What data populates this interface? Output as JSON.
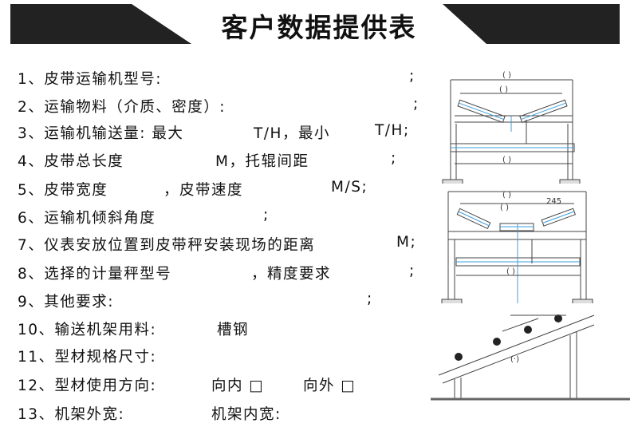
{
  "title": "客户数据提供表",
  "rows": [
    {
      "label": "1、皮带运输机型号:",
      "parts": [
        ";"
      ]
    },
    {
      "label": "2、运输物料（介质、密度）:",
      "parts": [
        ";"
      ]
    },
    {
      "label": "3、运输机输送量: 最大",
      "parts": [
        "T/H，最小",
        "T/H;"
      ]
    },
    {
      "label": "4、皮带总长度",
      "parts": [
        "M，托辊间距",
        ";"
      ]
    },
    {
      "label": "5、皮带宽度",
      "parts": [
        "，皮带速度",
        "M/S;"
      ]
    },
    {
      "label": "6、运输机倾斜角度",
      "parts": [
        ";"
      ]
    },
    {
      "label": "7、仪表安放位置到皮带秤安装现场的距离",
      "parts": [
        "M;"
      ]
    },
    {
      "label": "8、选择的计量秤型号",
      "parts": [
        "，精度要求",
        ";"
      ]
    },
    {
      "label": "9、其他要求:",
      "parts": [
        ";"
      ]
    },
    {
      "label": "10、输送机架用料:",
      "parts": [
        "槽钢"
      ]
    },
    {
      "label": "11、型材规格尺寸:",
      "parts": []
    },
    {
      "label": "12、型材使用方向:",
      "parts": [
        "向内 □",
        "向外 □"
      ]
    },
    {
      "label": "13、机架外宽:",
      "parts": [
        "机架内宽:"
      ]
    }
  ],
  "diagram": {
    "dimension_label": "245"
  },
  "colors": {
    "banner": "#222222",
    "roller": "#3aa0e0"
  }
}
